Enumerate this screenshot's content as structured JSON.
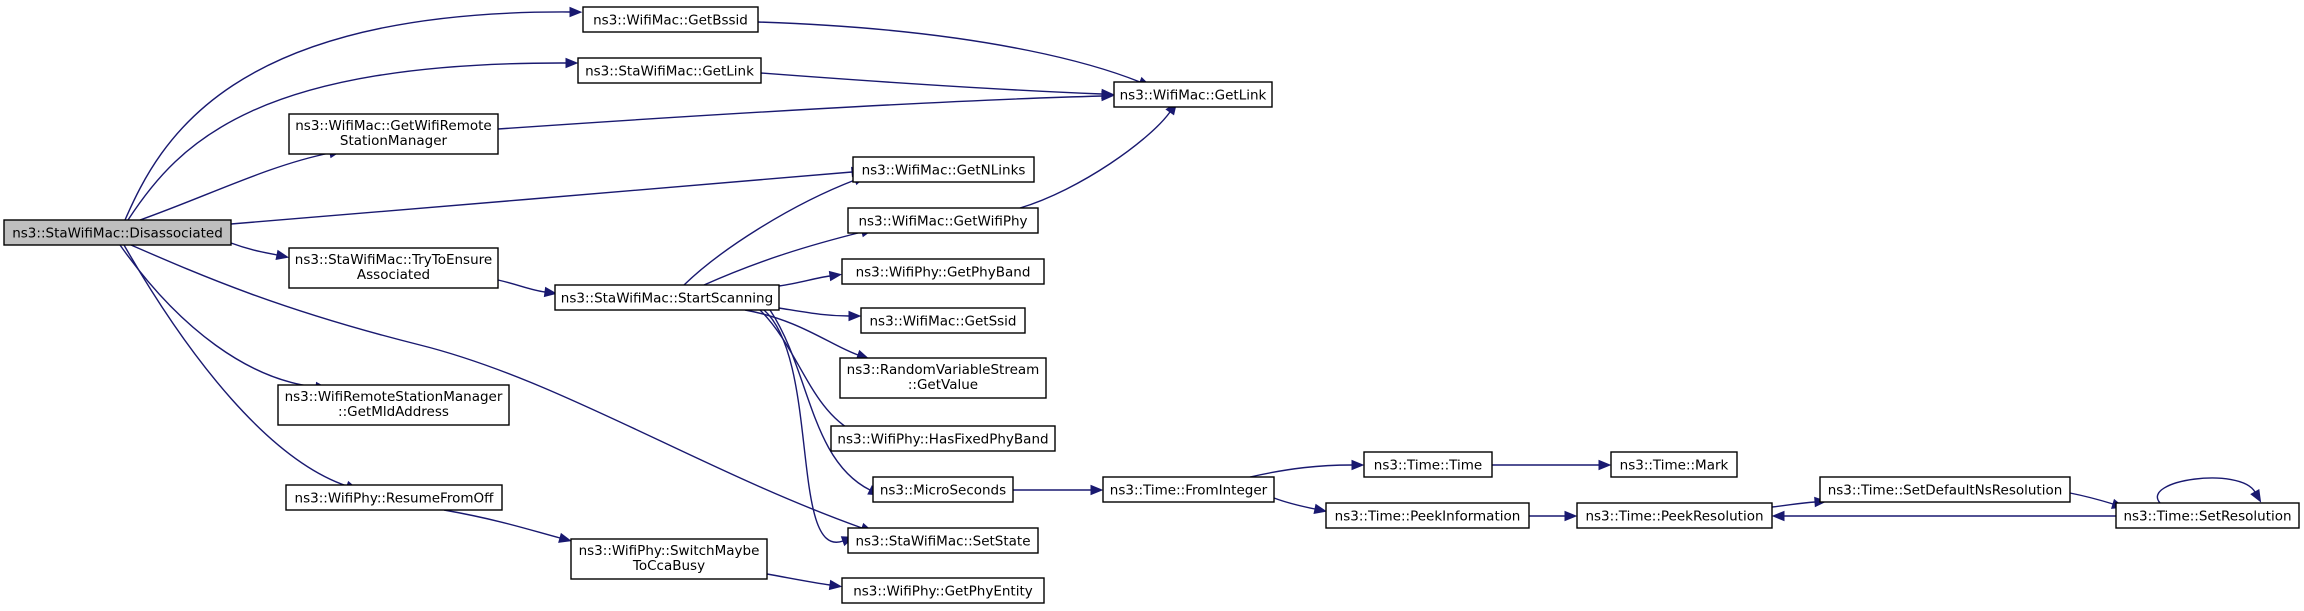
{
  "graph": {
    "title": "",
    "edge_color": "#191970",
    "root_fill": "#bfbfbf",
    "nodes": [
      {
        "id": "n0",
        "lines": [
          "ns3::StaWifiMac::Disassociated"
        ],
        "root": true
      },
      {
        "id": "n1",
        "lines": [
          "ns3::WifiMac::GetBssid"
        ]
      },
      {
        "id": "n2",
        "lines": [
          "ns3::StaWifiMac::GetLink"
        ]
      },
      {
        "id": "n3",
        "lines": [
          "ns3::WifiMac::GetLink"
        ]
      },
      {
        "id": "n4",
        "lines": [
          "ns3::WifiMac::GetWifiRemote",
          "StationManager"
        ]
      },
      {
        "id": "n5",
        "lines": [
          "ns3::WifiMac::GetNLinks"
        ]
      },
      {
        "id": "n6",
        "lines": [
          "ns3::WifiMac::GetWifiPhy"
        ]
      },
      {
        "id": "n7",
        "lines": [
          "ns3::StaWifiMac::TryToEnsure",
          "Associated"
        ]
      },
      {
        "id": "n8",
        "lines": [
          "ns3::StaWifiMac::StartScanning"
        ]
      },
      {
        "id": "n9",
        "lines": [
          "ns3::WifiPhy::GetPhyBand"
        ]
      },
      {
        "id": "n10",
        "lines": [
          "ns3::WifiMac::GetSsid"
        ]
      },
      {
        "id": "n11",
        "lines": [
          "ns3::RandomVariableStream",
          "::GetValue"
        ]
      },
      {
        "id": "n12",
        "lines": [
          "ns3::WifiRemoteStationManager",
          "::GetMldAddress"
        ]
      },
      {
        "id": "n13",
        "lines": [
          "ns3::WifiPhy::HasFixedPhyBand"
        ]
      },
      {
        "id": "n14",
        "lines": [
          "ns3::MicroSeconds"
        ]
      },
      {
        "id": "n15",
        "lines": [
          "ns3::Time::FromInteger"
        ]
      },
      {
        "id": "n16",
        "lines": [
          "ns3::Time::Time"
        ]
      },
      {
        "id": "n17",
        "lines": [
          "ns3::Time::Mark"
        ]
      },
      {
        "id": "n18",
        "lines": [
          "ns3::Time::PeekInformation"
        ]
      },
      {
        "id": "n19",
        "lines": [
          "ns3::Time::PeekResolution"
        ]
      },
      {
        "id": "n20",
        "lines": [
          "ns3::Time::SetDefaultNsResolution"
        ]
      },
      {
        "id": "n21",
        "lines": [
          "ns3::Time::SetResolution"
        ]
      },
      {
        "id": "n22",
        "lines": [
          "ns3::WifiPhy::ResumeFromOff"
        ]
      },
      {
        "id": "n23",
        "lines": [
          "ns3::StaWifiMac::SetState"
        ]
      },
      {
        "id": "n24",
        "lines": [
          "ns3::WifiPhy::SwitchMaybe",
          "ToCcaBusy"
        ]
      },
      {
        "id": "n25",
        "lines": [
          "ns3::WifiPhy::GetPhyEntity"
        ]
      }
    ],
    "edges": [
      {
        "from": "n0",
        "to": "n1"
      },
      {
        "from": "n0",
        "to": "n2"
      },
      {
        "from": "n0",
        "to": "n4"
      },
      {
        "from": "n0",
        "to": "n5"
      },
      {
        "from": "n0",
        "to": "n7"
      },
      {
        "from": "n0",
        "to": "n12"
      },
      {
        "from": "n0",
        "to": "n22"
      },
      {
        "from": "n0",
        "to": "n23"
      },
      {
        "from": "n1",
        "to": "n3"
      },
      {
        "from": "n2",
        "to": "n3"
      },
      {
        "from": "n4",
        "to": "n3"
      },
      {
        "from": "n6",
        "to": "n3"
      },
      {
        "from": "n7",
        "to": "n8"
      },
      {
        "from": "n8",
        "to": "n5"
      },
      {
        "from": "n8",
        "to": "n6"
      },
      {
        "from": "n8",
        "to": "n9"
      },
      {
        "from": "n8",
        "to": "n10"
      },
      {
        "from": "n8",
        "to": "n11"
      },
      {
        "from": "n8",
        "to": "n13"
      },
      {
        "from": "n8",
        "to": "n14"
      },
      {
        "from": "n8",
        "to": "n23"
      },
      {
        "from": "n14",
        "to": "n15"
      },
      {
        "from": "n15",
        "to": "n16"
      },
      {
        "from": "n15",
        "to": "n18"
      },
      {
        "from": "n16",
        "to": "n17"
      },
      {
        "from": "n18",
        "to": "n19"
      },
      {
        "from": "n19",
        "to": "n20"
      },
      {
        "from": "n20",
        "to": "n21"
      },
      {
        "from": "n21",
        "to": "n19"
      },
      {
        "from": "n21",
        "to": "n21"
      },
      {
        "from": "n22",
        "to": "n24"
      },
      {
        "from": "n24",
        "to": "n25"
      }
    ]
  }
}
